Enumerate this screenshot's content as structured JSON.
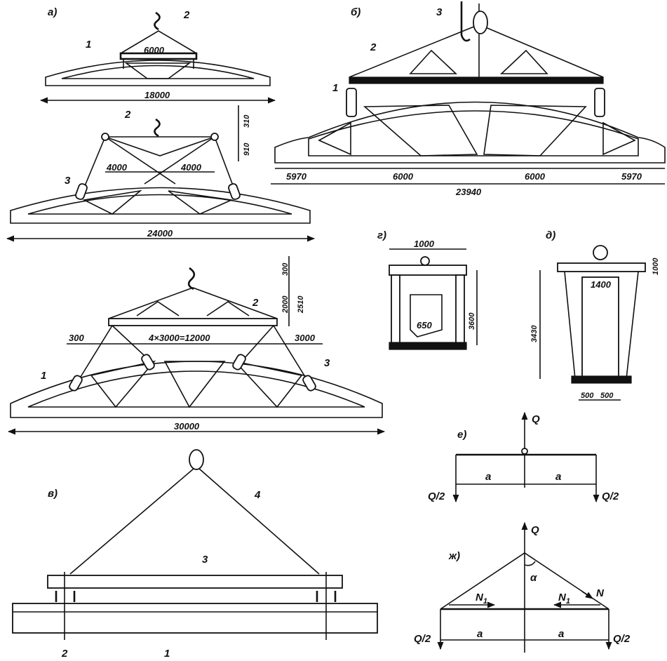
{
  "panels": {
    "a": {
      "letter": "а)",
      "upper": {
        "span": "18000",
        "traverse": "6000",
        "tag_beam": "1",
        "tag_traverse": "2"
      },
      "lower": {
        "span": "24000",
        "half_left": "4000",
        "half_right": "4000",
        "h1": "310",
        "h2": "910",
        "tag_traverse": "2",
        "tag_sling": "3"
      }
    },
    "b": {
      "letter": "б)",
      "d1": "5970",
      "d2": "6000",
      "d3": "6000",
      "d4": "5970",
      "total": "23940",
      "tag_1": "1",
      "tag_2": "2",
      "tag_3": "3"
    },
    "c": {
      "span": "30000",
      "traverse": "4×3000=12000",
      "left_off": "300",
      "right_off": "3000",
      "h1": "300",
      "h2": "2000",
      "h3": "2510",
      "tag_1": "1",
      "tag_2": "2",
      "tag_3": "3"
    },
    "v": {
      "letter": "в)",
      "tag_1": "1",
      "tag_2": "2",
      "tag_3": "3",
      "tag_4": "4"
    },
    "g": {
      "letter": "г)",
      "w": "1000",
      "h": "3600",
      "inner": "650"
    },
    "d": {
      "letter": "д)",
      "w": "1400",
      "h": "3430",
      "top": "1000",
      "b1": "500",
      "b2": "500"
    },
    "e": {
      "letter": "е)",
      "Q": "Q",
      "left": "Q/2",
      "right": "Q/2",
      "a1": "a",
      "a2": "a"
    },
    "zh": {
      "letter": "ж)",
      "Q": "Q",
      "angle": "α",
      "N": "N",
      "N1": "N",
      "N1_sub": "1",
      "N2": "N",
      "N2_sub": "1",
      "left": "Q/2",
      "right": "Q/2",
      "a1": "a",
      "a2": "a"
    }
  }
}
